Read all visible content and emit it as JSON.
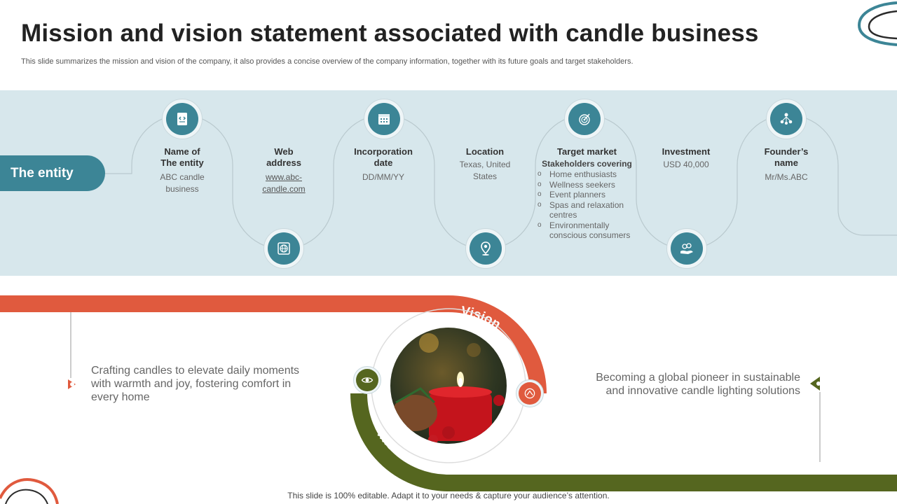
{
  "title": "Mission and vision statement associated with candle business",
  "subtitle": "This slide summarizes the mission and vision of the company, it also provides a concise overview of the company information, together with its future goals and target stakeholders.",
  "entity_label": "The entity",
  "columns": [
    {
      "heading_1": "Name of",
      "heading_2": "The entity",
      "value_1": "ABC candle",
      "value_2": "business",
      "icon": "document-code-icon"
    },
    {
      "heading_1": "Web",
      "heading_2": "address",
      "value_1": "www.abc-",
      "value_2": "candle.com",
      "icon": "globe-icon"
    },
    {
      "heading_1": "Incorporation",
      "heading_2": "date",
      "value_1": "DD/MM/YY",
      "icon": "calendar-icon"
    },
    {
      "heading_1": "Location",
      "value_1": "Texas, United",
      "value_2": "States",
      "icon": "location-pin-icon"
    },
    {
      "heading_1": "Target market",
      "sub": "Stakeholders covering",
      "items": [
        "Home enthusiasts",
        "Wellness seekers",
        "Event planners",
        "Spas and relaxation centres",
        "Environmentally conscious consumers"
      ],
      "icon": "target-icon"
    },
    {
      "heading_1": "Investment",
      "value_1": "USD 40,000",
      "icon": "money-hand-icon"
    },
    {
      "heading_1": "Founder’s",
      "heading_2": "name",
      "value_1": "Mr/Ms.ABC",
      "icon": "team-network-icon"
    }
  ],
  "mission": {
    "label": "Mission",
    "text": "Crafting candles to elevate daily moments with warmth and joy, fostering comfort in every home",
    "icon": "eye-icon"
  },
  "vision": {
    "label": "Vision",
    "text": "Becoming a global pioneer in sustainable and innovative candle lighting solutions",
    "icon": "target-circle-icon"
  },
  "photo": "candle-photo",
  "footer": "This slide is 100% editable. Adapt it to your needs & capture your audience’s attention.",
  "colors": {
    "teal": "#3c8596",
    "band": "#d7e7ec",
    "vision_red": "#e05a3e",
    "mission_green": "#5a6a22"
  }
}
